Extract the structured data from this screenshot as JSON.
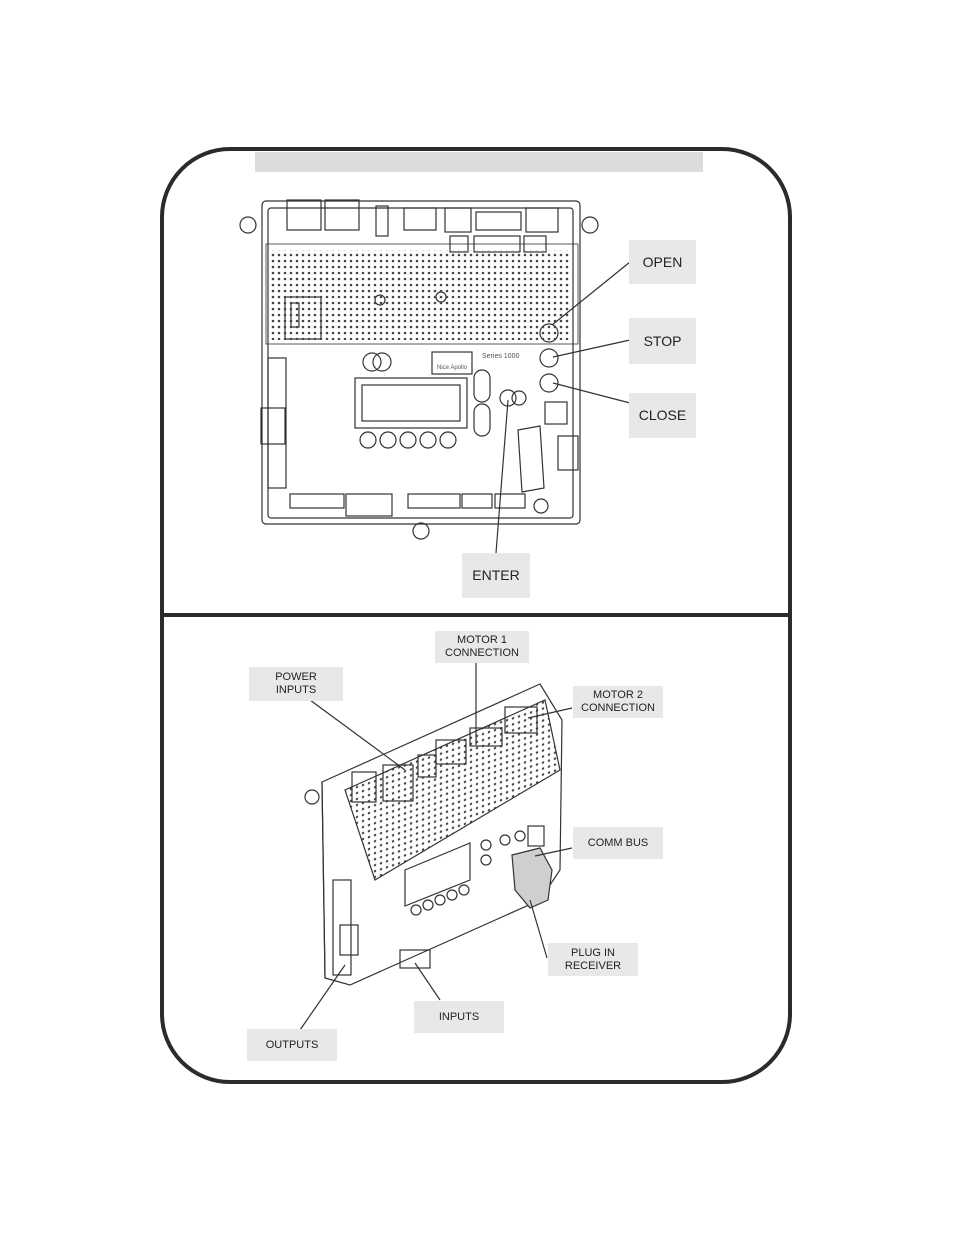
{
  "top_panel": {
    "labels": {
      "open": "OPEN",
      "stop": "STOP",
      "close": "CLOSE",
      "enter": "ENTER"
    },
    "board_text": {
      "series": "Series 1000",
      "brand": "Nice Apollo"
    }
  },
  "bottom_panel": {
    "labels": {
      "motor1": "MOTOR 1\nCONNECTION",
      "power_inputs": "POWER\nINPUTS",
      "motor2": "MOTOR 2\nCONNECTION",
      "comm_bus": "COMM BUS",
      "plug_in_receiver": "PLUG IN\nRECEIVER",
      "inputs": "INPUTS",
      "outputs": "OUTPUTS"
    }
  },
  "colors": {
    "frame": "#2b2b2b",
    "label_bg": "#e8e8e8",
    "title_bar": "#dcdcdc",
    "line": "#333333"
  }
}
